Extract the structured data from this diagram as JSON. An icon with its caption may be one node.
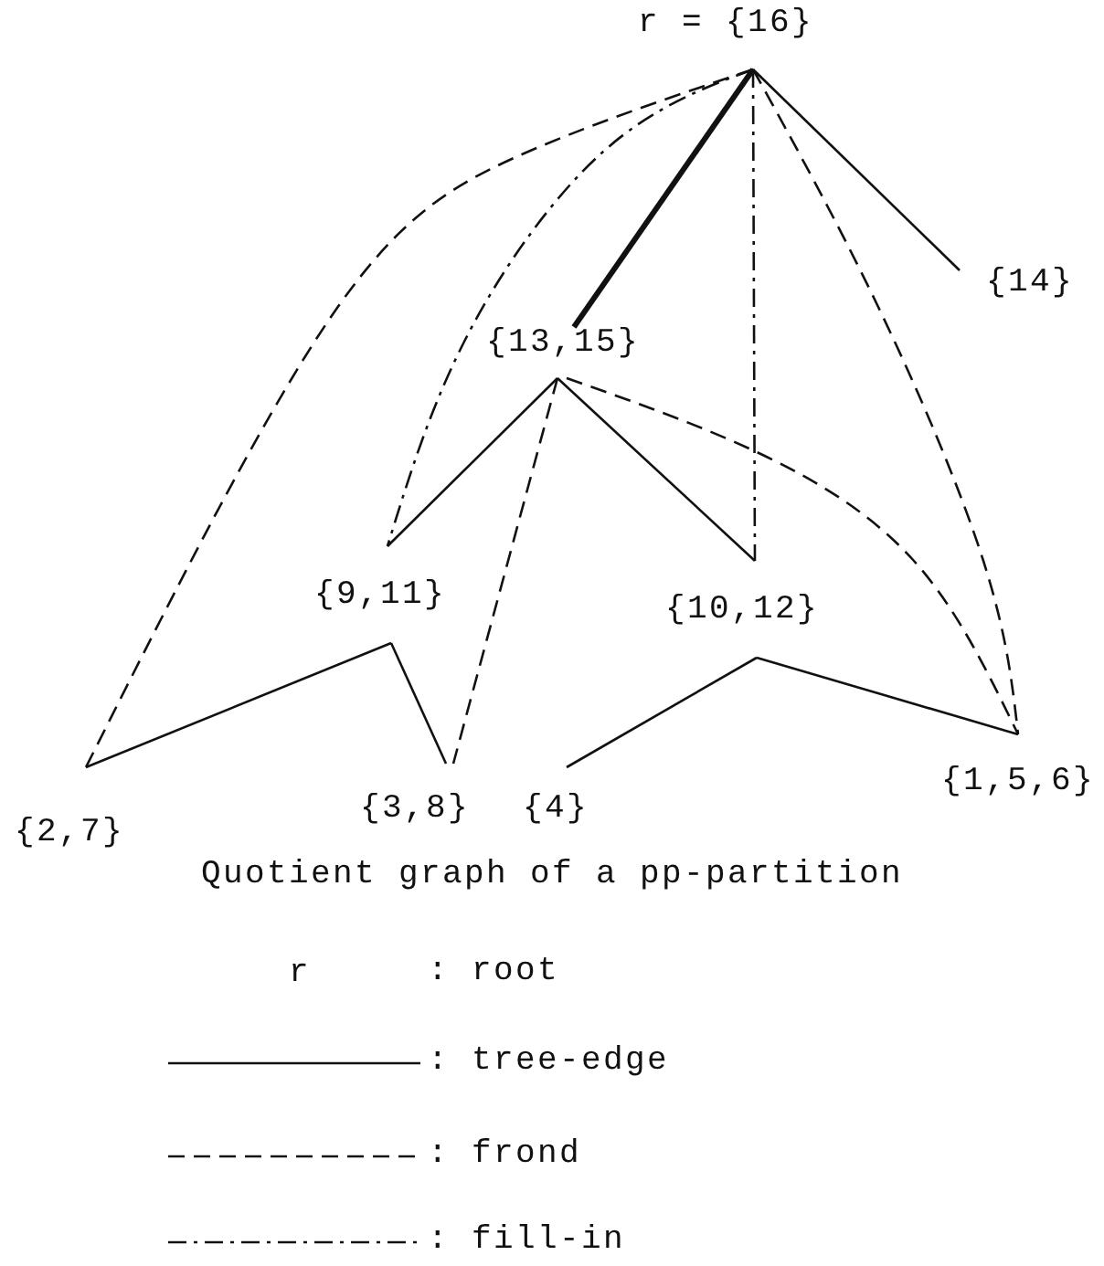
{
  "diagram": {
    "caption": "Quotient graph of a pp-partition",
    "nodes": [
      {
        "text": [
          "r = {16}"
        ]
      },
      {
        "text": [
          "{14}"
        ]
      },
      {
        "text": [
          "{13,15}"
        ]
      },
      {
        "text": [
          "{9,11}"
        ]
      },
      {
        "text": [
          "{10,12}"
        ]
      },
      {
        "text": [
          "{2,7}"
        ]
      },
      {
        "text": [
          "{3,8}"
        ]
      },
      {
        "text": [
          "{4}"
        ]
      },
      {
        "text": [
          "{1,5,6}"
        ]
      }
    ],
    "edges": [
      {
        "from": 0,
        "to": 1,
        "arrow": "none"
      },
      {
        "from": 0,
        "to": 2,
        "arrow": "none",
        "style": "thick"
      },
      {
        "from": 0,
        "to": 4,
        "arrow": "none",
        "style": "dashed"
      },
      {
        "from": 0,
        "to": 3,
        "arrow": "none",
        "style": "dashed"
      },
      {
        "from": 0,
        "to": 5,
        "arrow": "none",
        "style": "dashed"
      },
      {
        "from": 0,
        "to": 8,
        "arrow": "none",
        "style": "dashed"
      },
      {
        "from": 2,
        "to": 3,
        "arrow": "none"
      },
      {
        "from": 2,
        "to": 4,
        "arrow": "none"
      },
      {
        "from": 2,
        "to": 6,
        "arrow": "none",
        "style": "dashed"
      },
      {
        "from": 2,
        "to": 8,
        "arrow": "none",
        "style": "dashed"
      },
      {
        "from": 3,
        "to": 5,
        "arrow": "none"
      },
      {
        "from": 3,
        "to": 6,
        "arrow": "none"
      },
      {
        "from": 4,
        "to": 7,
        "arrow": "none"
      },
      {
        "from": 4,
        "to": 8,
        "arrow": "none"
      }
    ],
    "labels": [
      "r"
    ],
    "legend": [
      {
        "text": ": root"
      },
      {
        "text": ": tree-edge"
      },
      {
        "text": ": frond"
      },
      {
        "text": ": fill-in"
      }
    ]
  }
}
